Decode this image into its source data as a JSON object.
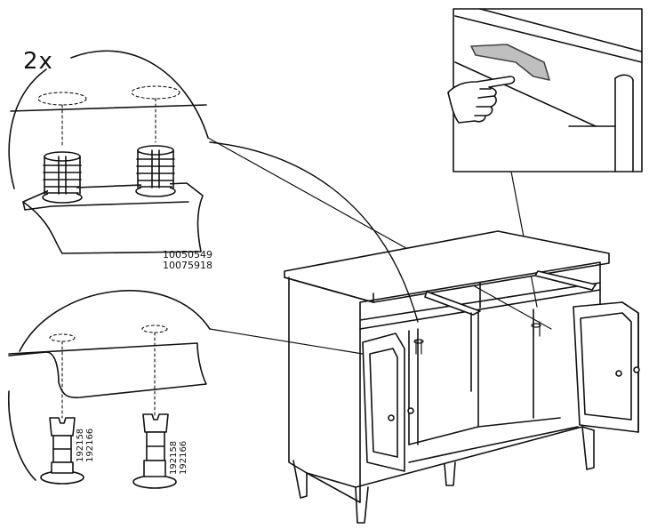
{
  "quantity_label": "2x",
  "top_parts": {
    "part_a": "10050549",
    "part_b": "10075918"
  },
  "bottom_parts": {
    "left_a": "192158",
    "left_b": "192166",
    "right_a": "192158",
    "right_b": "192166"
  },
  "icons": [
    "dowel-icon",
    "pin-icon",
    "pointing-hand-icon",
    "sideboard-icon"
  ]
}
